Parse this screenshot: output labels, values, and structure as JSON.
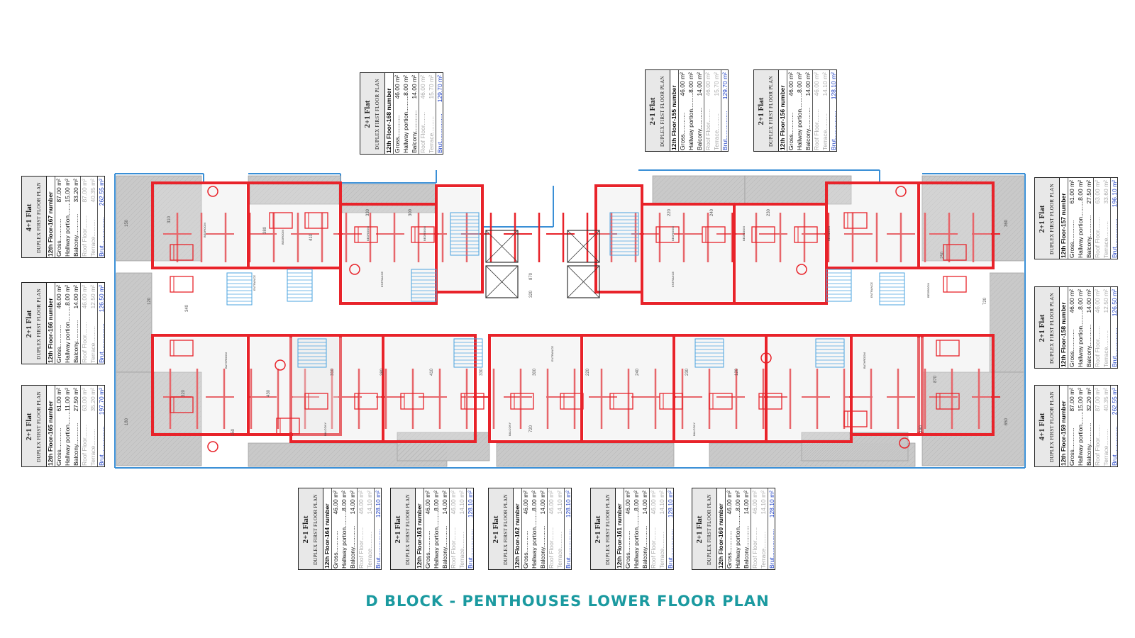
{
  "title": "D BLOCK - PENTHOUSES LOWER FLOOR PLAN",
  "colors": {
    "wall": "#e8232a",
    "terrace": "#c9c9c9",
    "outline": "#3a8fd6",
    "stair": "#4aa3df",
    "title": "#1b9aa0"
  },
  "labels": {
    "gross": "Gross",
    "hallway": "Hallway portion",
    "balcony": "Balcony",
    "roof": "Roof Floor",
    "terrace": "Terrace",
    "brut": "Brut",
    "number_suffix": "number",
    "band_sub": "DUPLEX FIRST FLOOR PLAN"
  },
  "cards": [
    {
      "flat": "2+1 Flat",
      "floor": "12th Floor-168 number",
      "gross": "46.00 m²",
      "hallway": "8.00 m²",
      "balcony": "14.00 m²",
      "roof": "46.00 m²",
      "terrace": "15.70 m²",
      "brut": "129.70 m²"
    },
    {
      "flat": "2+1 Flat",
      "floor": "12th Floor-155 number",
      "gross": "46.00 m²",
      "hallway": "8.00 m²",
      "balcony": "14.00 m²",
      "roof": "46.00 m²",
      "terrace": "15.70 m²",
      "brut": "129.70 m²"
    },
    {
      "flat": "2+1 Flat",
      "floor": "12th Floor-156 number",
      "gross": "46.00 m²",
      "hallway": "8.00 m²",
      "balcony": "14.00 m²",
      "roof": "46.00 m²",
      "terrace": "14.10 m²",
      "brut": "128.10 m²"
    },
    {
      "flat": "4+1 Flat",
      "floor": "12th Floor-167 number",
      "gross": "87.00 m²",
      "hallway": "15.00 m²",
      "balcony": "33.20 m²",
      "roof": "87.00 m²",
      "terrace": "40.35 m²",
      "brut": "262.55 m²"
    },
    {
      "flat": "2+1 Flat",
      "floor": "12th Floor-166 number",
      "gross": "46.00 m²",
      "hallway": "8.00 m²",
      "balcony": "14.00 m²",
      "roof": "46.00 m²",
      "terrace": "12.50 m²",
      "brut": "126.50 m²"
    },
    {
      "flat": "2+1 Flat",
      "floor": "12th Floor-165 number",
      "gross": "61.00 m²",
      "hallway": "11.00 m²",
      "balcony": "27.50 m²",
      "roof": "63.00 m²",
      "terrace": "35.20 m²",
      "brut": "197.70 m²"
    },
    {
      "flat": "2+1 Flat",
      "floor": "12th Floor-157 number",
      "gross": "61.00 m²",
      "hallway": "8.00 m²",
      "balcony": "27.50 m²",
      "roof": "63.00 m²",
      "terrace": "33.60 m²",
      "brut": "196.10 m²"
    },
    {
      "flat": "2+1 Flat",
      "floor": "12th Floor-158 number",
      "gross": "46.00 m²",
      "hallway": "8.00 m²",
      "balcony": "14.00 m²",
      "roof": "46.00 m²",
      "terrace": "12.50 m²",
      "brut": "126.50 m²"
    },
    {
      "flat": "4+1 Flat",
      "floor": "12th Floor-159 number",
      "gross": "87.00 m²",
      "hallway": "15.00 m²",
      "balcony": "32.20 m²",
      "roof": "87.00 m²",
      "terrace": "40.35 m²",
      "brut": "262.55 m²"
    },
    {
      "flat": "2+1 Flat",
      "floor": "12th Floor-164 number",
      "gross": "46.00 m²",
      "hallway": "8.00 m²",
      "balcony": "14.00 m²",
      "roof": "46.00 m²",
      "terrace": "14.10 m²",
      "brut": "128.10 m²"
    },
    {
      "flat": "2+1 Flat",
      "floor": "12th Floor-163 number",
      "gross": "46.00 m²",
      "hallway": "8.00 m²",
      "balcony": "14.00 m²",
      "roof": "46.00 m²",
      "terrace": "14.10 m²",
      "brut": "128.10 m²"
    },
    {
      "flat": "2+1 Flat",
      "floor": "12th Floor-162 number",
      "gross": "46.00 m²",
      "hallway": "8.00 m²",
      "balcony": "14.00 m²",
      "roof": "46.00 m²",
      "terrace": "14.10 m²",
      "brut": "128.10 m²"
    },
    {
      "flat": "2+1 Flat",
      "floor": "12th Floor-161 number",
      "gross": "46.00 m²",
      "hallway": "8.00 m²",
      "balcony": "14.00 m²",
      "roof": "46.00 m²",
      "terrace": "14.10 m²",
      "brut": "128.10 m²"
    },
    {
      "flat": "2+1 Flat",
      "floor": "12th Floor-160 number",
      "gross": "46.00 m²",
      "hallway": "8.00 m²",
      "balcony": "14.00 m²",
      "roof": "46.00 m²",
      "terrace": "14.10 m²",
      "brut": "128.10 m²"
    }
  ],
  "room_labels": {
    "bedroom": "BEDROOM",
    "bathroom": "BATHROOM",
    "balcony": "BALCONY",
    "entrance": "ENTRANCE"
  },
  "dimensions": [
    "310",
    "380",
    "410",
    "330",
    "300",
    "220",
    "240",
    "230",
    "120",
    "720",
    "320",
    "870",
    "150",
    "180",
    "360",
    "650",
    "340",
    "250",
    "430"
  ]
}
